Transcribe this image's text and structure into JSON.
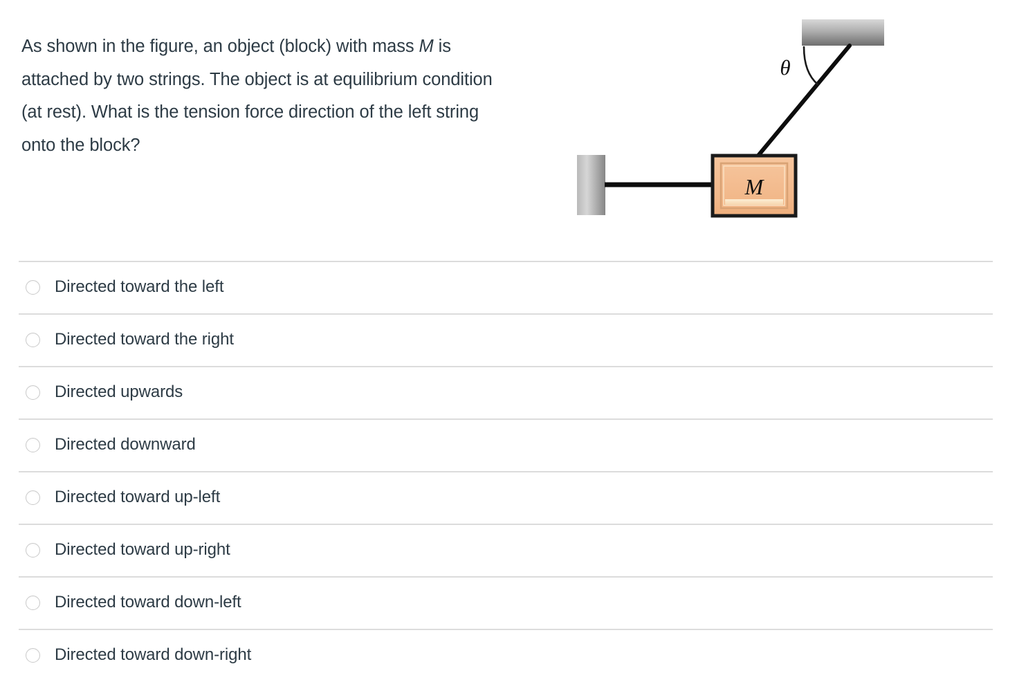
{
  "question": {
    "text_before_var": "As shown in the figure, an object (block) with mass ",
    "variable": "M",
    "text_after_var": " is attached by two strings. The object is at equilibrium condition (at rest). What is the tension force direction of the left string onto the block?",
    "full_text": "As shown in the figure, an object (block) with mass M is attached by two strings. The object is at equilibrium condition (at rest). What is the tension force direction of the left string onto the block?"
  },
  "figure": {
    "block_label": "M",
    "angle_label": "θ",
    "description": "Block of mass M at rest, held by a horizontal string attached to a left wall and a diagonal string attached to an upper-right ceiling support making angle theta with the ceiling",
    "colors": {
      "block_fill": "#f2b98a",
      "block_inner": "#f5c398",
      "block_border": "#1a1a1a",
      "support_light": "#d2d2d2",
      "support_dark": "#6f6f6f",
      "string": "#0d0d0d"
    }
  },
  "answers": {
    "options": [
      {
        "id": "opt-left",
        "label": "Directed toward the left",
        "selected": false
      },
      {
        "id": "opt-right",
        "label": "Directed toward the right",
        "selected": false
      },
      {
        "id": "opt-up",
        "label": "Directed upwards",
        "selected": false
      },
      {
        "id": "opt-down",
        "label": "Directed downward",
        "selected": false
      },
      {
        "id": "opt-up-left",
        "label": "Directed toward up-left",
        "selected": false
      },
      {
        "id": "opt-up-right",
        "label": "Directed toward up-right",
        "selected": false
      },
      {
        "id": "opt-down-left",
        "label": "Directed toward down-left",
        "selected": false
      },
      {
        "id": "opt-down-right",
        "label": "Directed toward down-right",
        "selected": false
      }
    ]
  },
  "colors": {
    "text": "#2d3b45",
    "separator": "#dcdcdc",
    "radio_border": "#c9c9c9",
    "background": "#ffffff"
  }
}
